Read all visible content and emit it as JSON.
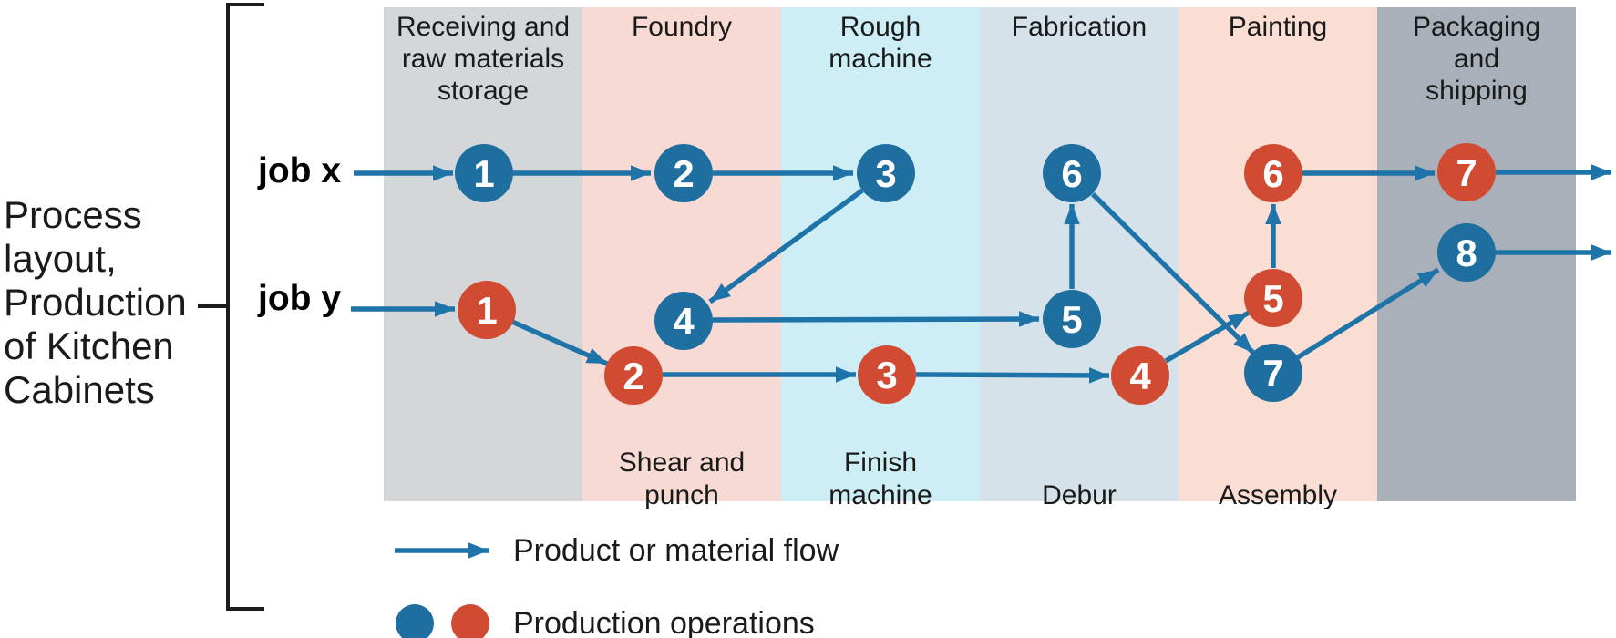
{
  "colors": {
    "blue": "#1E6F9F",
    "red": "#D14B32",
    "arrow": "#1E74A8",
    "ink": "#1A1A1A"
  },
  "title": {
    "text": "Process\nlayout,\nProduction\nof Kitchen\nCabinets"
  },
  "jobs": {
    "x": {
      "label": "job x",
      "steps": [
        "1",
        "2",
        "3",
        "4",
        "5",
        "6",
        "7",
        "8"
      ]
    },
    "y": {
      "label": "job y",
      "steps": [
        "1",
        "2",
        "3",
        "4",
        "5",
        "6",
        "7"
      ]
    }
  },
  "departments": [
    {
      "top": "Receiving and\nraw materials\nstorage",
      "bottom": "",
      "color": "#D3D7DA"
    },
    {
      "top": "Foundry",
      "bottom": "Shear and\npunch",
      "color": "#F7DAD3"
    },
    {
      "top": "Rough\nmachine",
      "bottom": "Finish\nmachine",
      "color": "#CDEEF5"
    },
    {
      "top": "Fabrication",
      "bottom": "Debur",
      "color": "#D5E2EA"
    },
    {
      "top": "Painting",
      "bottom": "Assembly",
      "color": "#FBDED3"
    },
    {
      "top": "Packaging\nand\nshipping",
      "bottom": "",
      "color": "#A9B0BA"
    }
  ],
  "legend": {
    "flow": "Product or material flow",
    "operations": "Production operations"
  }
}
